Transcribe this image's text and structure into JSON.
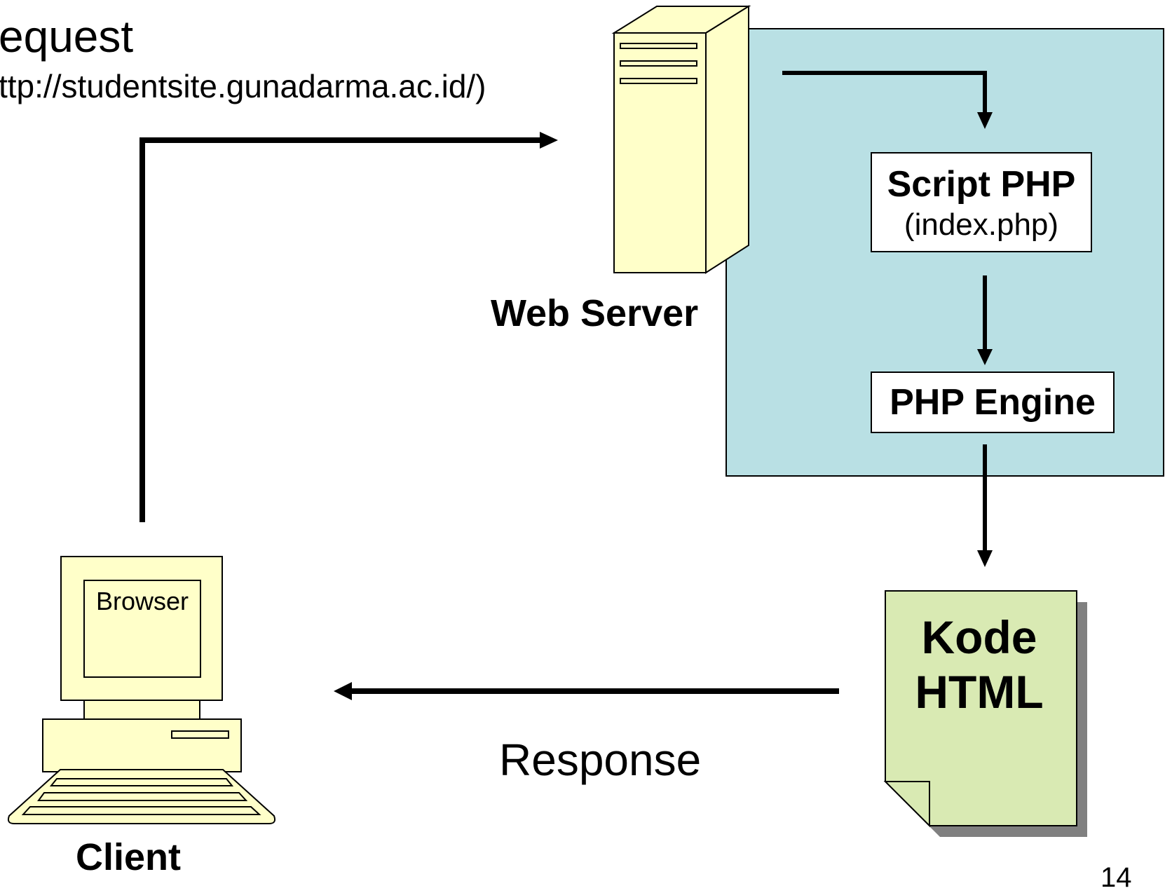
{
  "request": {
    "title": "equest",
    "url": "ttp://studentsite.gunadarma.ac.id/)"
  },
  "web_server": {
    "label": "Web Server"
  },
  "script_php": {
    "title": "Script PHP",
    "file": "(index.php)"
  },
  "php_engine": {
    "label": "PHP Engine"
  },
  "html_doc": {
    "line1": "Kode",
    "line2": "HTML"
  },
  "client": {
    "label": "Client",
    "screen_label": "Browser"
  },
  "response": {
    "label": "Response"
  },
  "slide": {
    "page_number": "14"
  },
  "colors": {
    "server_panel": "#b9e0e4",
    "hardware": "#ffffc9",
    "document": "#d9eab3",
    "document_shadow": "#808080"
  }
}
